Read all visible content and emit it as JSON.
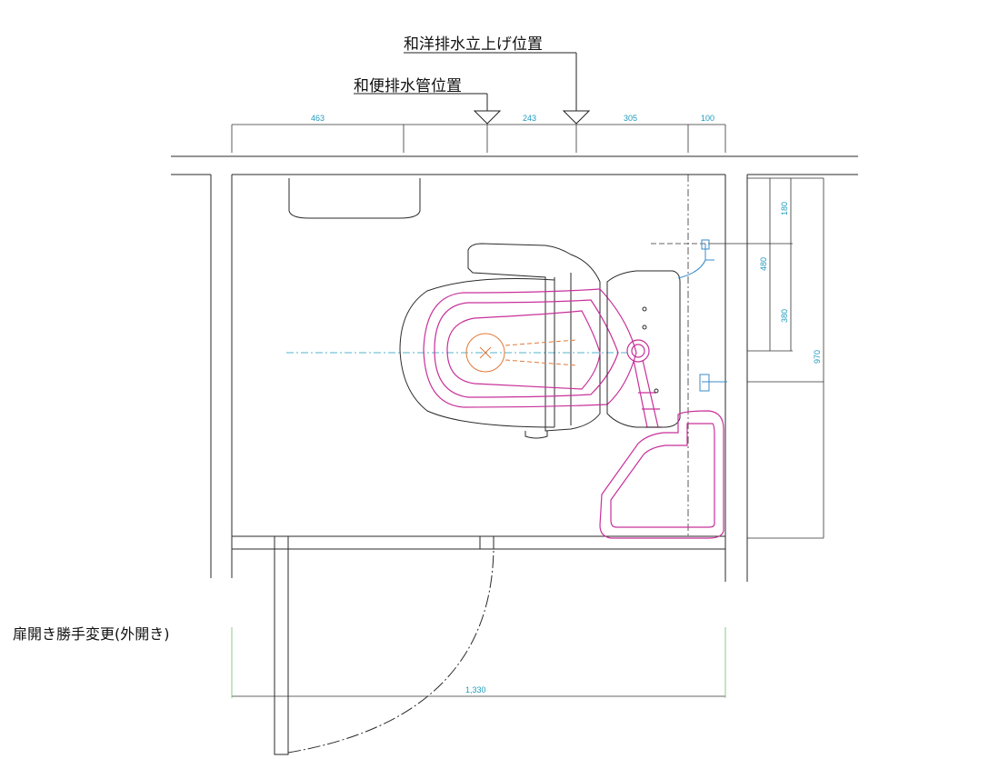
{
  "labels": {
    "western_drain_riser": "和洋排水立上げ位置",
    "japanese_drain_pipe": "和便排水管位置",
    "door_swing_change": "扉開き勝手変更(外開き)"
  },
  "dimensions": {
    "top": [
      "463",
      "243",
      "305",
      "100"
    ],
    "right_180": "180",
    "right_480": "480",
    "right_380": "380",
    "right_970": "970",
    "bottom_width": "1,330"
  },
  "colors": {
    "line": "#2a2a2a",
    "dimension": "#1e9bbf",
    "fixture_magenta": "#c8309a",
    "centerline_orange": "#e07a3a",
    "dimension_green": "#6cc26c"
  }
}
